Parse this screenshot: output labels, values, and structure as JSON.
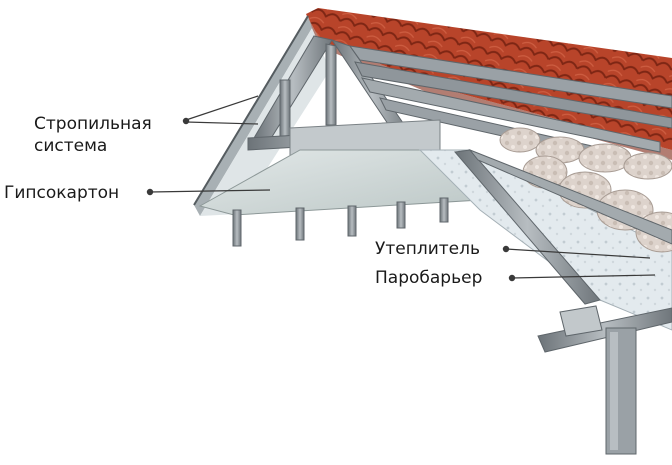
{
  "labels": {
    "rafter_system_line1": "Стропильная",
    "rafter_system_line2": "система",
    "drywall": "Гипсокартон",
    "insulation": "Утеплитель",
    "vapor_barrier": "Паробарьер"
  },
  "colors": {
    "tile": "#b8442a",
    "tile_dark": "#8a2c18",
    "steel": "#9aa1a6",
    "steel_dark": "#5f666b",
    "drywall": "#d6dede",
    "insulation": "#d8cfc8",
    "vapor_barrier": "#e6edf0",
    "leader": "#3a3a3a"
  }
}
